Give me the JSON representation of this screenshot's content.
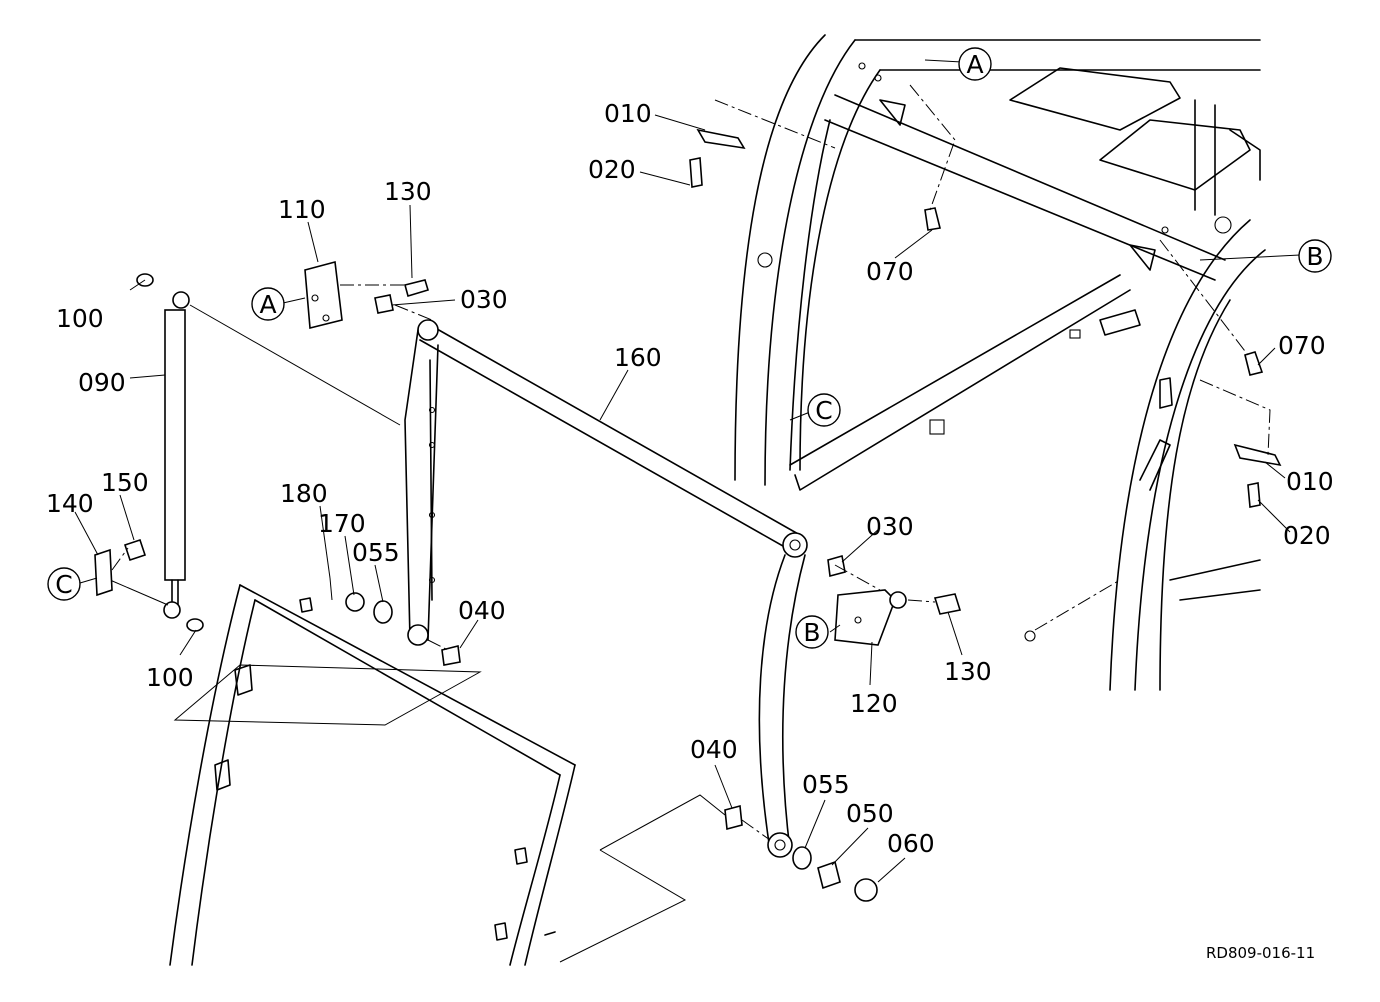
{
  "parts": {
    "p010a": "010",
    "p020a": "020",
    "p010b": "010",
    "p020b": "020",
    "p030a": "030",
    "p030b": "030",
    "p040a": "040",
    "p040b": "040",
    "p050": "050",
    "p055a": "055",
    "p055b": "055",
    "p060": "060",
    "p070a": "070",
    "p070b": "070",
    "p090": "090",
    "p100a": "100",
    "p100b": "100",
    "p110": "110",
    "p120": "120",
    "p130a": "130",
    "p130b": "130",
    "p140": "140",
    "p150": "150",
    "p160": "160",
    "p170": "170",
    "p180": "180"
  },
  "callouts": {
    "a_left": "A",
    "a_right": "A",
    "b_left": "B",
    "b_right": "B",
    "c_left": "C",
    "c_right": "C"
  },
  "drawing_ref": "RD809-016-11"
}
